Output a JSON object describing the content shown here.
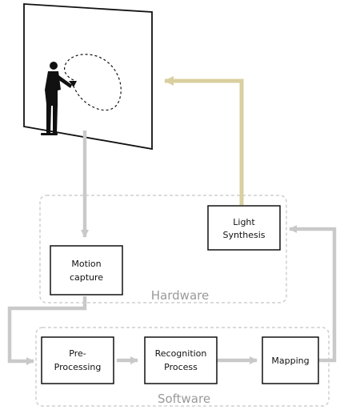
{
  "colors": {
    "flow_arrow": "#c9c9c9",
    "feedback_arrow": "#d9cf9f",
    "group_border": "#cfcfcf",
    "box_border": "#111111",
    "figure": "#111111"
  },
  "groups": {
    "hardware": {
      "label": "Hardware"
    },
    "software": {
      "label": "Software"
    }
  },
  "boxes": {
    "light_synthesis": {
      "line1": "Light",
      "line2": "Synthesis"
    },
    "motion_capture": {
      "line1": "Motion",
      "line2": "capture"
    },
    "pre_processing": {
      "line1": "Pre-",
      "line2": "Processing"
    },
    "recognition_process": {
      "line1": "Recognition",
      "line2": "Process"
    },
    "mapping": {
      "line1": "Mapping"
    }
  },
  "scene": {
    "figure_icon": "person-pointing-icon",
    "gesture_icon": "dashed-loop-gesture-icon",
    "screen_icon": "projection-screen-icon"
  }
}
